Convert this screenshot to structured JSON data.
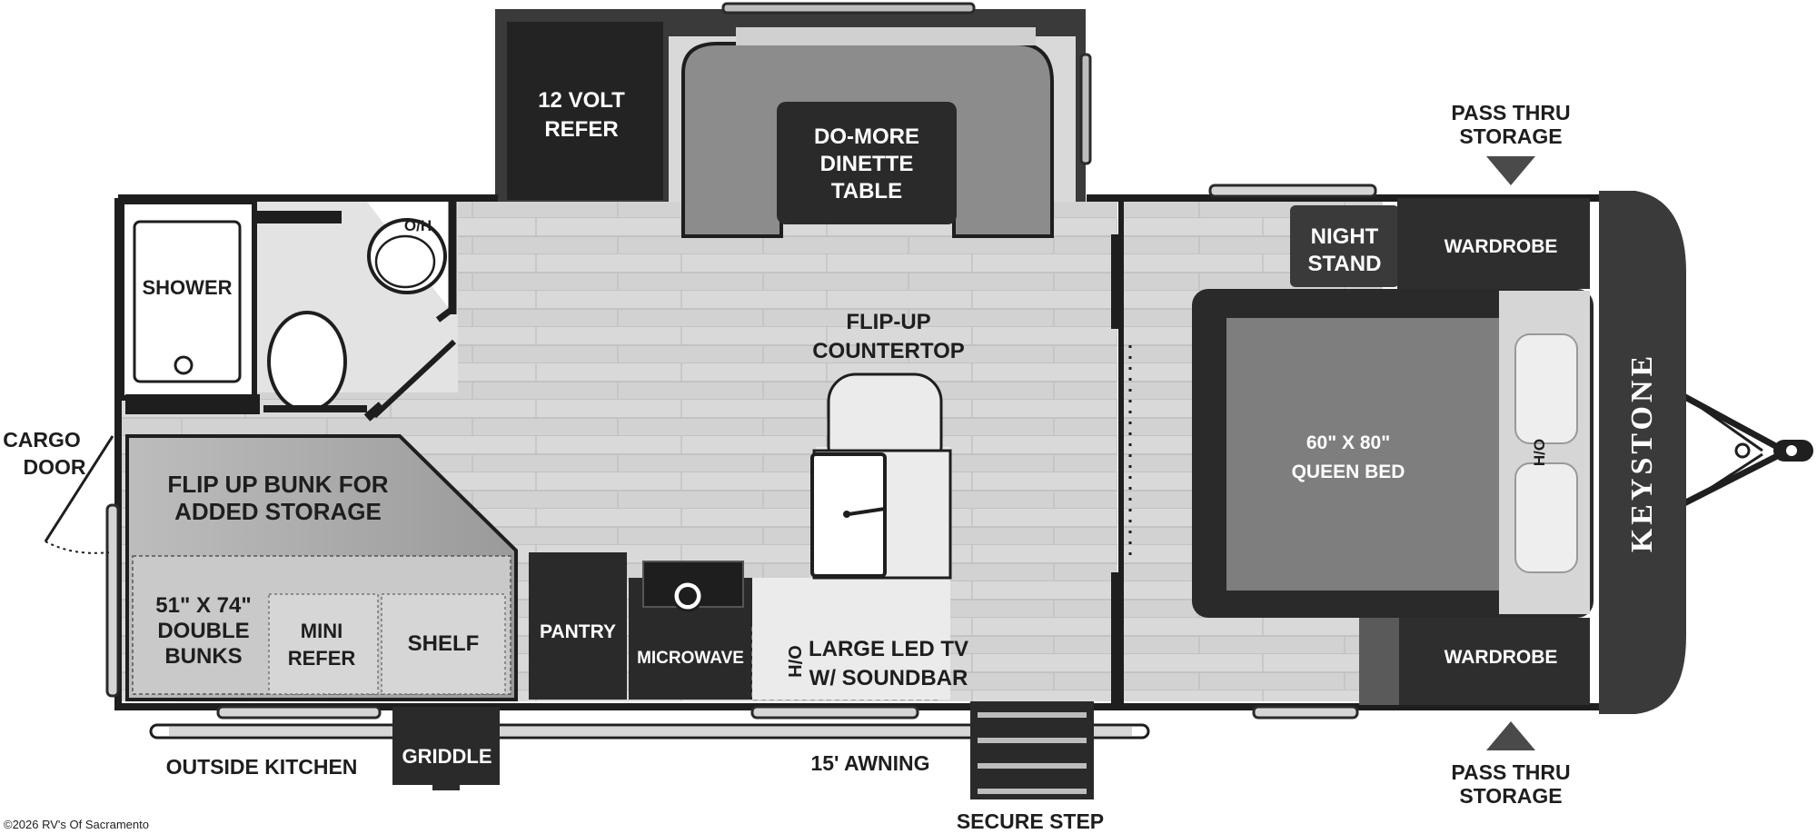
{
  "floorplan": {
    "brand": "KEYSTONE",
    "copyright": "©2026 RV's Of Sacramento"
  },
  "rooms": {
    "refer": [
      "12 VOLT",
      "REFER"
    ],
    "dinette": [
      "DO-MORE",
      "DINETTE",
      "TABLE"
    ],
    "shower": "SHOWER",
    "oh_bath": "O/H",
    "countertop": [
      "FLIP-UP",
      "COUNTERTOP"
    ],
    "bunk_storage": [
      "FLIP UP BUNK FOR",
      "ADDED STORAGE"
    ],
    "double_bunks": [
      "51\" X 74\"",
      "DOUBLE",
      "BUNKS"
    ],
    "mini_refer": [
      "MINI",
      "REFER"
    ],
    "shelf": "SHELF",
    "pantry": "PANTRY",
    "microwave": "MICROWAVE",
    "oh_tv": "O/H",
    "tv": [
      "LARGE LED TV",
      "W/ SOUNDBAR"
    ],
    "nightstand": [
      "NIGHT",
      "STAND"
    ],
    "wardrobe_top": "WARDROBE",
    "wardrobe_bottom": "WARDROBE",
    "bed": [
      "60\" X 80\"",
      "QUEEN BED"
    ],
    "oh_bed": "H/O"
  },
  "exterior": {
    "cargo_door": [
      "CARGO",
      "DOOR"
    ],
    "outside_kitchen": "OUTSIDE KITCHEN",
    "griddle": "GRIDDLE",
    "awning": "15' AWNING",
    "secure_step": "SECURE STEP",
    "pass_thru_top": [
      "PASS THRU",
      "STORAGE"
    ],
    "pass_thru_bottom": [
      "PASS THRU",
      "STORAGE"
    ]
  }
}
